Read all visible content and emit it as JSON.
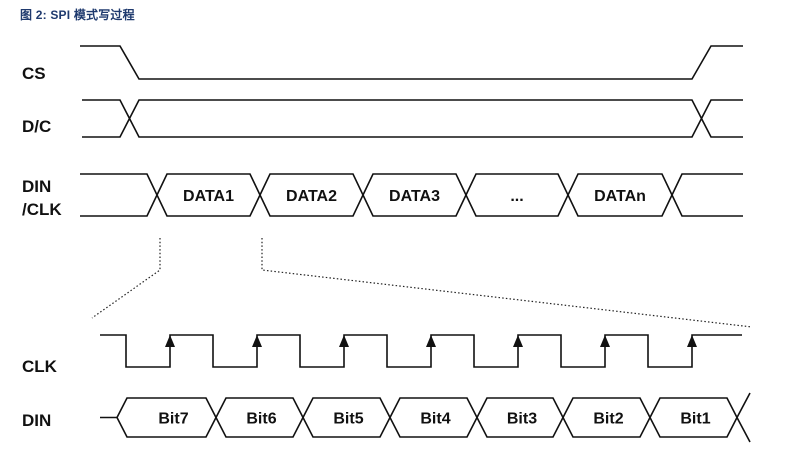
{
  "title": "图  2: SPI 模式写过程",
  "signals": {
    "cs": "CS",
    "dc": "D/C",
    "din_clk_line1": "DIN",
    "din_clk_line2": "/CLK",
    "clk": "CLK",
    "din": "DIN"
  },
  "bus_segments": [
    "DATA1",
    "DATA2",
    "DATA3",
    "...",
    "DATAn"
  ],
  "bit_segments": [
    "Bit7",
    "Bit6",
    "Bit5",
    "Bit4",
    "Bit3",
    "Bit2",
    "Bit1"
  ],
  "clk_rising_edges": 7,
  "colors": {
    "title": "#1f3a6e",
    "line": "#111111"
  }
}
